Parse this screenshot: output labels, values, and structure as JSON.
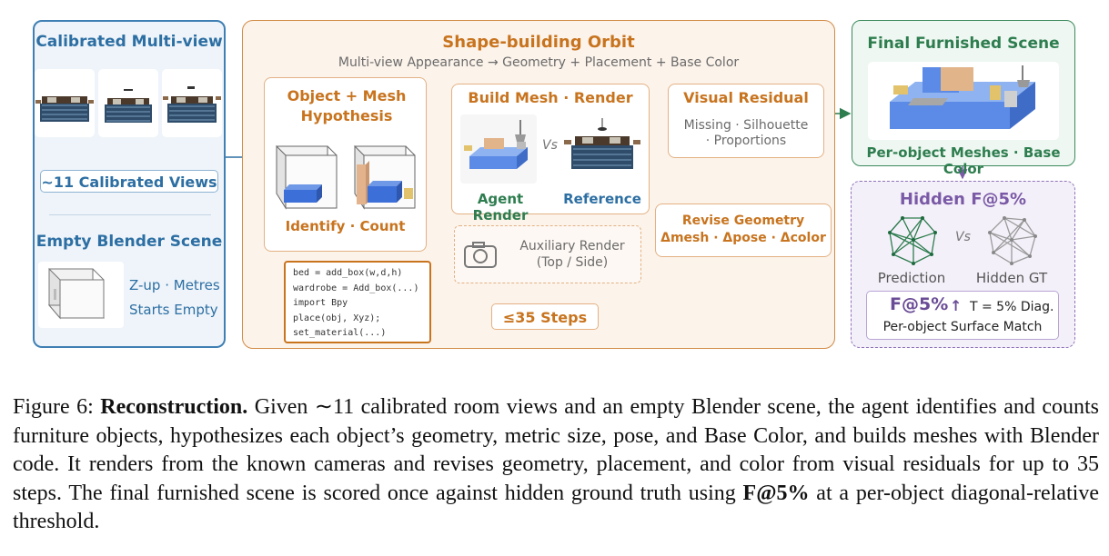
{
  "left": {
    "title": "Calibrated Multi-view",
    "views_badge": "~11 Calibrated Views",
    "empty_title": "Empty Blender Scene",
    "empty_line1": "Z-up · Metres",
    "empty_line2": "Starts Empty"
  },
  "orbit": {
    "title": "Shape-building Orbit",
    "subtitle": "Multi-view Appearance → Geometry + Placement + Base Color",
    "hypothesis_title": "Object + Mesh Hypothesis",
    "identify_label": "Identify · Count",
    "build_title": "Build Mesh · Render",
    "vs": "Vs",
    "agent_render": "Agent Render",
    "reference": "Reference",
    "residual_title": "Visual Residual",
    "residual_line1": "Missing · Silhouette",
    "residual_line2": "· Proportions",
    "aux_line1": "Auxiliary Render",
    "aux_line2": "(Top / Side)",
    "revise_line1": "Revise Geometry",
    "revise_line2": "Δmesh · Δpose · Δcolor",
    "steps": "≤35 Steps",
    "code": [
      "bed = add_box(w,d,h)",
      "wardrobe = Add_box(...)",
      "import Bpy",
      "place(obj, Xyz);",
      "set_material(...)"
    ]
  },
  "right": {
    "final_title": "Final Furnished Scene",
    "final_caption": "Per-object Meshes · Base Color",
    "hidden_title": "Hidden F@5%",
    "vs": "Vs",
    "prediction": "Prediction",
    "hidden_gt": "Hidden GT",
    "metric": "F@5%",
    "metric_arrow": "↑",
    "threshold": "T = 5% Diag.",
    "surface": "Per-object Surface Match"
  },
  "caption": {
    "label": "Figure 6:",
    "bold": "Reconstruction.",
    "text_a": "Given ∼11 calibrated room views and an empty Blender scene, the agent identifies and counts furniture objects, hypothesizes each object’s geometry, metric size, pose, and Base Color, and builds meshes with Blender code. It renders from the known cameras and revises geometry, placement, and color from visual residuals for up to 35 steps. The final furnished scene is scored once against hidden ground truth using",
    "metric_bold": "F@5%",
    "text_b": "at a per-object diagonal-relative threshold."
  },
  "colors": {
    "blue": "#2d6fa3",
    "orange": "#c8741f",
    "green": "#2e7d4f",
    "purple": "#7a5aa6"
  }
}
